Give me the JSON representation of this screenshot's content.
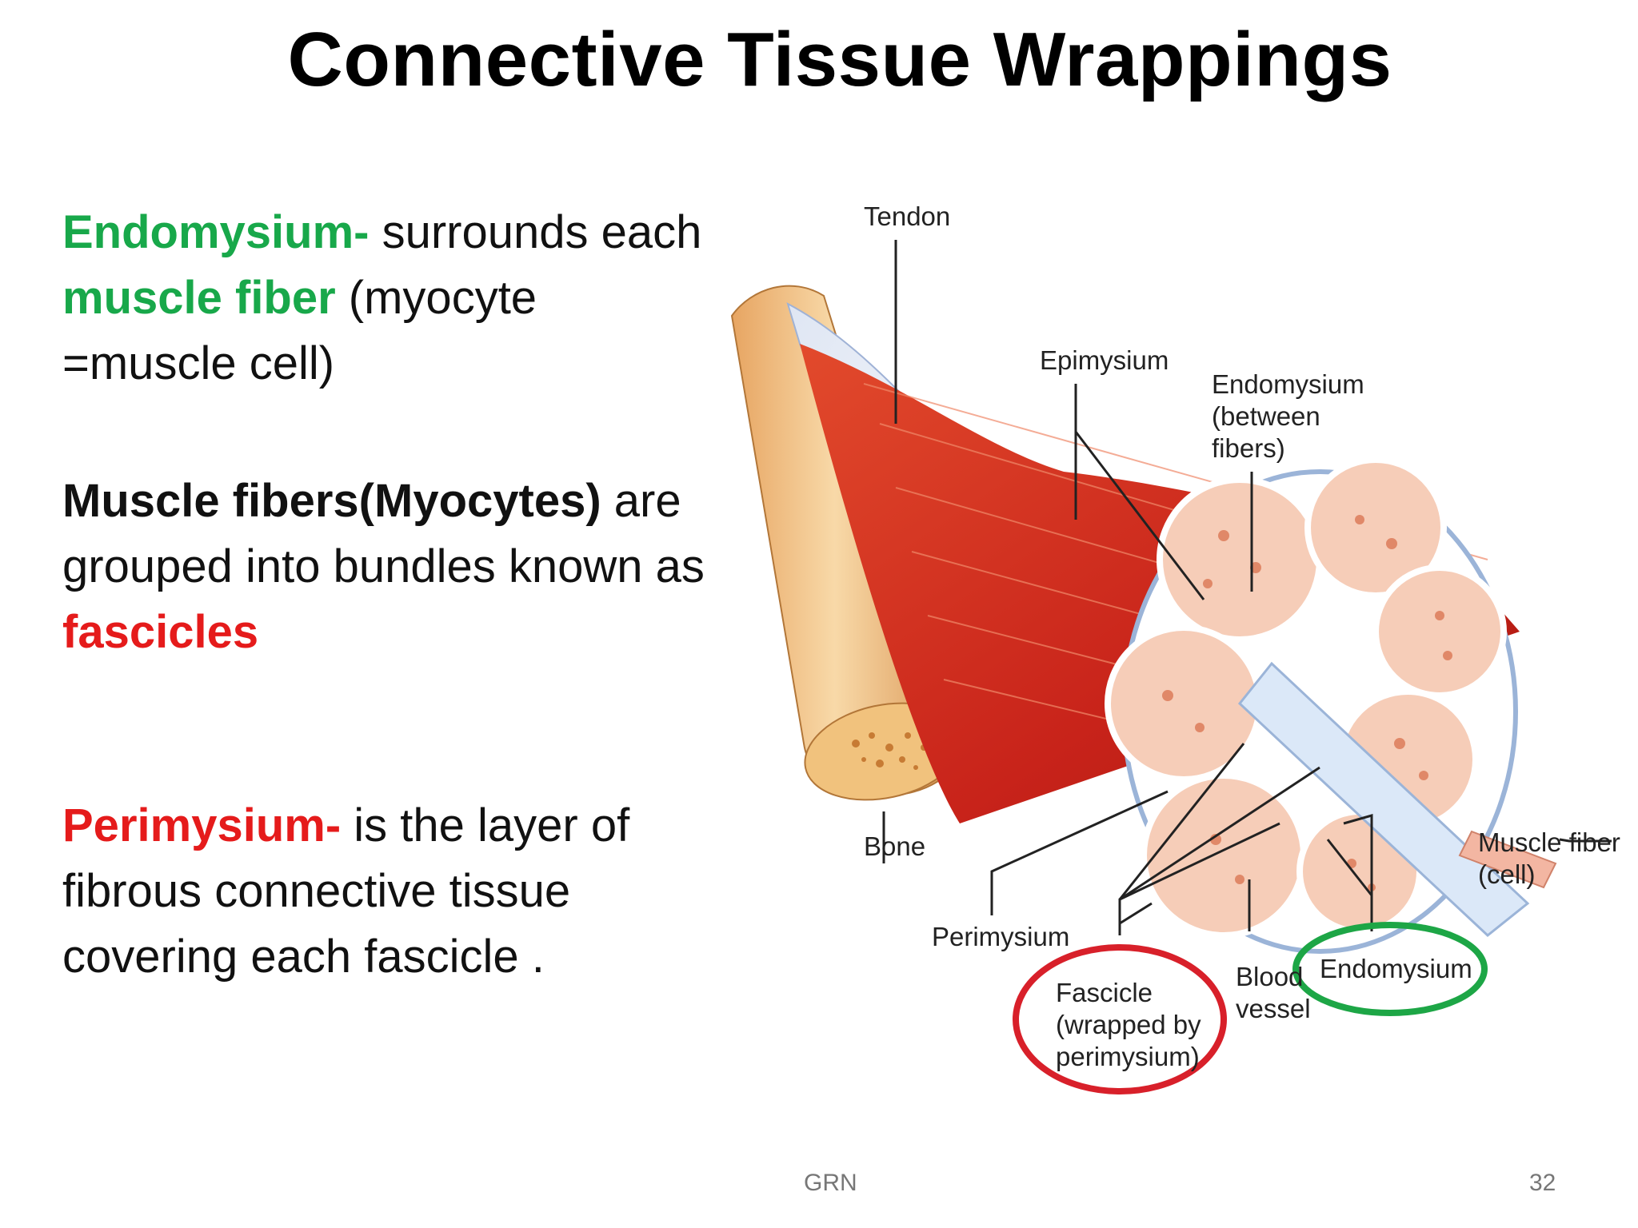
{
  "title": "Connective Tissue Wrappings",
  "paragraphs": {
    "endomysium": {
      "term": "Endomysium-",
      "text1": " surrounds each ",
      "highlight": "muscle fiber",
      "text2": " (myocyte =muscle cell)"
    },
    "fibers": {
      "term": "Muscle  fibers(Myocytes)",
      "text1": " are grouped into bundles known as ",
      "highlight": "fascicles"
    },
    "perimysium": {
      "term": "Perimysium-",
      "text1": " is the layer of fibrous connective tissue covering each fascicle ."
    }
  },
  "diagram": {
    "labels": {
      "tendon": "Tendon",
      "epimysium": "Epimysium",
      "endomysium_between_1": "Endomysium",
      "endomysium_between_2": "(between",
      "endomysium_between_3": "fibers)",
      "bone": "Bone",
      "muscle_fiber_1": "Muscle fiber",
      "muscle_fiber_2": "(cell)",
      "perimysium": "Perimysium",
      "fascicle_1": "Fascicle",
      "fascicle_2": "(wrapped by",
      "fascicle_3": "perimysium)",
      "blood_vessel_1": "Blood",
      "blood_vessel_2": "vessel",
      "endomysium_circled": "Endomysium"
    },
    "colors": {
      "muscle": "#d8321f",
      "bone": "#f2c48a",
      "fascicle": "#f6cdb8",
      "highlight_red": "#d8202a",
      "highlight_green": "#1da646"
    }
  },
  "footer": {
    "center": "GRN",
    "page_number": "32"
  }
}
